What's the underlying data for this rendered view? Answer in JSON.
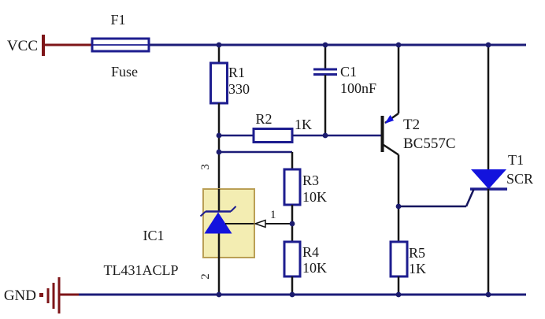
{
  "diagram_type": "circuit-schematic",
  "colors": {
    "wire_navy": "#1c1c78",
    "wire_dark": "#161616",
    "terminal_maroon": "#7e1518",
    "component_outline": "#1d1d8f",
    "semiconductor_fill": "#1313dd",
    "ic_fill": "#f3edb2",
    "ic_border": "#ba9f55",
    "background": "#ffffff",
    "text": "#1a1a1a"
  },
  "terminals": {
    "vcc": "VCC",
    "gnd": "GND"
  },
  "components": {
    "f1": {
      "ref": "F1",
      "value": "Fuse"
    },
    "r1": {
      "ref": "R1",
      "value": "330"
    },
    "r2": {
      "ref": "R2",
      "value": "1K"
    },
    "c1": {
      "ref": "C1",
      "value": "100nF"
    },
    "t2": {
      "ref": "T2",
      "value": "BC557C"
    },
    "t1": {
      "ref": "T1",
      "value": "SCR"
    },
    "r3": {
      "ref": "R3",
      "value": "10K"
    },
    "r4": {
      "ref": "R4",
      "value": "10K"
    },
    "r5": {
      "ref": "R5",
      "value": "1K"
    },
    "ic1": {
      "ref": "IC1",
      "value": "TL431ACLP",
      "pin_cathode": "3",
      "pin_anode": "2",
      "pin_ref": "1"
    }
  }
}
